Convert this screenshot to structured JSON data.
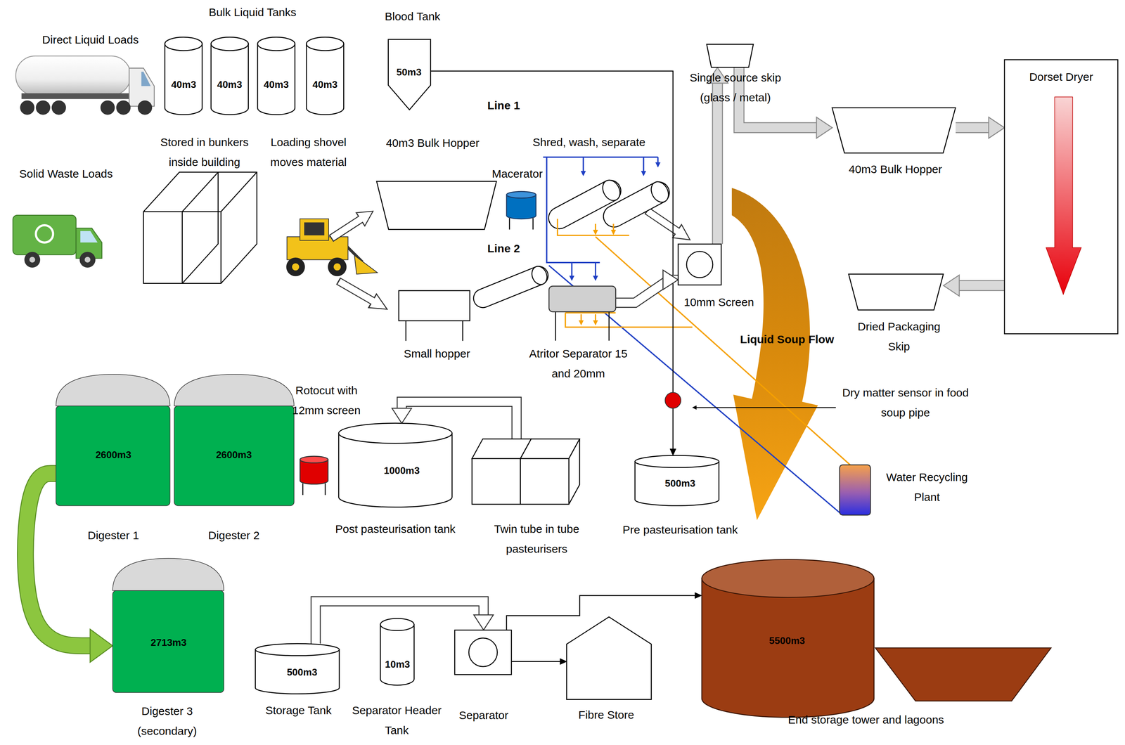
{
  "diagram": {
    "nodes": [
      {
        "text": [
          "40m3"
        ]
      },
      {
        "text": [
          "40m3"
        ]
      },
      {
        "text": [
          "40m3"
        ]
      },
      {
        "text": [
          "40m3"
        ]
      },
      {
        "text": [
          "Blood Tank",
          "50m3"
        ]
      },
      {
        "text": [
          "Single source skip (glass / metal)"
        ]
      },
      {
        "text": [
          "Dorset Dryer"
        ]
      },
      {
        "text": [
          "40m3 Bulk Hopper"
        ]
      },
      {
        "text": [
          "Macerator"
        ]
      },
      {
        "text": [
          "40m3 Bulk Hopper"
        ]
      },
      {
        "text": [
          "10mm Screen"
        ]
      },
      {
        "text": [
          "Dried Packaging Skip"
        ]
      },
      {
        "text": [
          "Small hopper"
        ]
      },
      {
        "text": [
          "Atritor Separator 15 and 20mm"
        ]
      },
      {
        "text": [
          "Water Recycling Plant"
        ]
      },
      {
        "text": [
          "2600m3",
          "Digester 1"
        ]
      },
      {
        "text": [
          "2600m3",
          "Digester 2"
        ]
      },
      {
        "text": [
          "Rotocut with 12mm screen"
        ]
      },
      {
        "text": [
          "1000m3",
          "Post pasteurisation tank"
        ]
      },
      {
        "text": [
          "Twin tube in tube pasteurisers"
        ]
      },
      {
        "text": [
          "500m3",
          "Pre pasteurisation tank"
        ]
      },
      {
        "text": [
          "2713m3",
          "Digester 3 (secondary)"
        ]
      },
      {
        "text": [
          "500m3",
          "Storage Tank"
        ]
      },
      {
        "text": [
          "10m3",
          "Separator Header Tank"
        ]
      },
      {
        "text": [
          "Separator"
        ]
      },
      {
        "text": [
          "Fibre Store"
        ]
      },
      {
        "text": [
          "5500m3",
          "End storage tower and lagoons"
        ]
      }
    ],
    "edges": [
      {
        "from": 4,
        "to": 20,
        "arrow": "to"
      },
      {
        "from": 10,
        "to": 5,
        "arrow": "to"
      },
      {
        "from": 5,
        "to": 9,
        "arrow": "to"
      },
      {
        "from": 9,
        "to": 6,
        "arrow": "to"
      },
      {
        "from": 6,
        "to": 11,
        "arrow": "to"
      },
      {
        "from": 13,
        "to": 10,
        "arrow": "to"
      },
      {
        "from": 15,
        "to": 21,
        "arrow": "to"
      },
      {
        "from": 19,
        "to": 18,
        "arrow": "to"
      },
      {
        "from": 22,
        "to": 24,
        "arrow": "to"
      },
      {
        "from": 24,
        "to": 25,
        "arrow": "to"
      },
      {
        "from": 24,
        "to": 26,
        "arrow": "to"
      }
    ],
    "labels": [
      "Direct Liquid Loads",
      "Bulk Liquid Tanks",
      "Stored in bunkers inside building",
      "Loading shovel moves material",
      "Line 1",
      "Shred, wash, separate",
      "Solid Waste Loads",
      "Line 2",
      "Liquid Soup Flow",
      "Dry matter sensor in food soup pipe"
    ]
  }
}
